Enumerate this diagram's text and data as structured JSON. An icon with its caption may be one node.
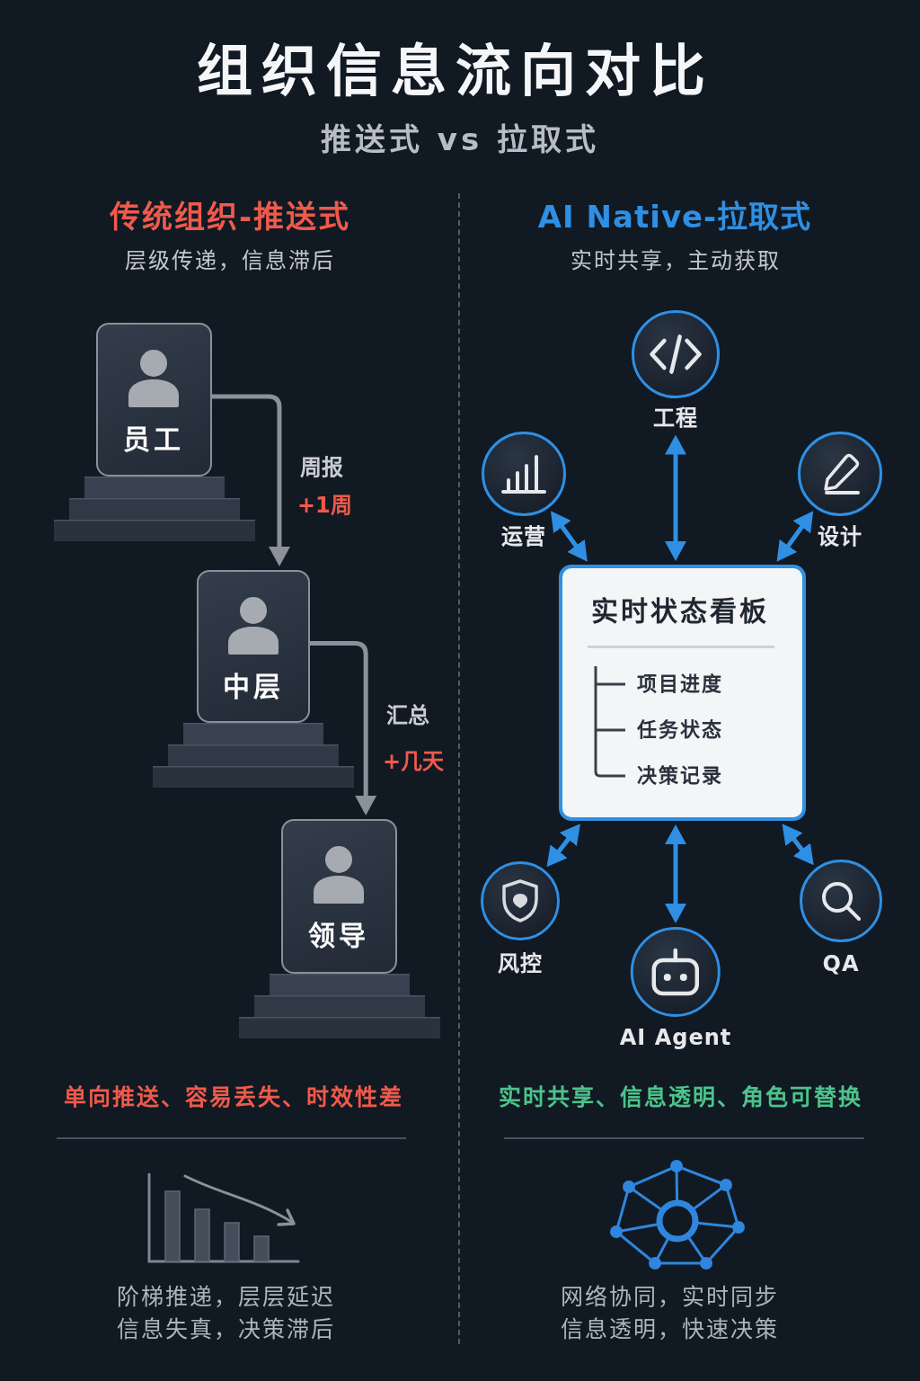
{
  "diagram": {
    "title": "组织信息流向对比",
    "nodes": [
      {
        "text": [
          "员工"
        ]
      },
      {
        "text": [
          "中层"
        ]
      },
      {
        "text": [
          "领导"
        ]
      },
      {
        "text": [
          "实时状态看板",
          "项目进度",
          "任务状态",
          "决策记录"
        ]
      },
      {
        "text": [
          "工程"
        ]
      },
      {
        "text": [
          "运营"
        ]
      },
      {
        "text": [
          "设计"
        ]
      },
      {
        "text": [
          "风控"
        ]
      },
      {
        "text": [
          "AI Agent"
        ]
      },
      {
        "text": [
          "QA"
        ]
      }
    ],
    "edges": [
      {
        "from": 0,
        "to": 1,
        "arrow": "to",
        "label": "周报",
        "color": "#8b919b"
      },
      {
        "from": 1,
        "to": 2,
        "arrow": "to",
        "label": "汇总",
        "color": "#8b919b"
      },
      {
        "from": 3,
        "to": 4,
        "arrow": "both"
      },
      {
        "from": 3,
        "to": 5,
        "arrow": "both"
      },
      {
        "from": 3,
        "to": 6,
        "arrow": "both"
      },
      {
        "from": 3,
        "to": 7,
        "arrow": "both"
      },
      {
        "from": 3,
        "to": 8,
        "arrow": "both"
      },
      {
        "from": 3,
        "to": 9,
        "arrow": "both"
      }
    ],
    "labels": [
      "推送式 vs 拉取式",
      "传统组织-推送式",
      "层级传递，信息滞后",
      "AI Native-拉取式",
      "实时共享，主动获取",
      "+1周",
      "+几天",
      "单向推送、容易丢失、时效性差",
      "实时共享、信息透明、角色可替换",
      "阶梯推递，层层延迟信息失真，决策滞后",
      "网络协同，实时同步信息透明，快速决策"
    ]
  }
}
